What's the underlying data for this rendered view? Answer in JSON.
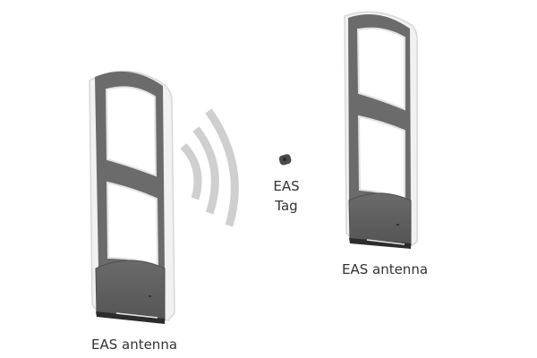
{
  "diagram": {
    "left_antenna": {
      "label": "EAS antenna"
    },
    "right_antenna": {
      "label": "EAS antenna"
    },
    "tag": {
      "label_line1": "EAS",
      "label_line2": "Tag"
    },
    "signal": {
      "arcs": 3,
      "color": "#cfcfcf"
    },
    "colors": {
      "frame": "#6b6b6b",
      "frame_dark": "#5a5a5a",
      "casing": "#e6e6e6",
      "base": "#5c5c5c",
      "tag": "#4a4a4a"
    }
  }
}
